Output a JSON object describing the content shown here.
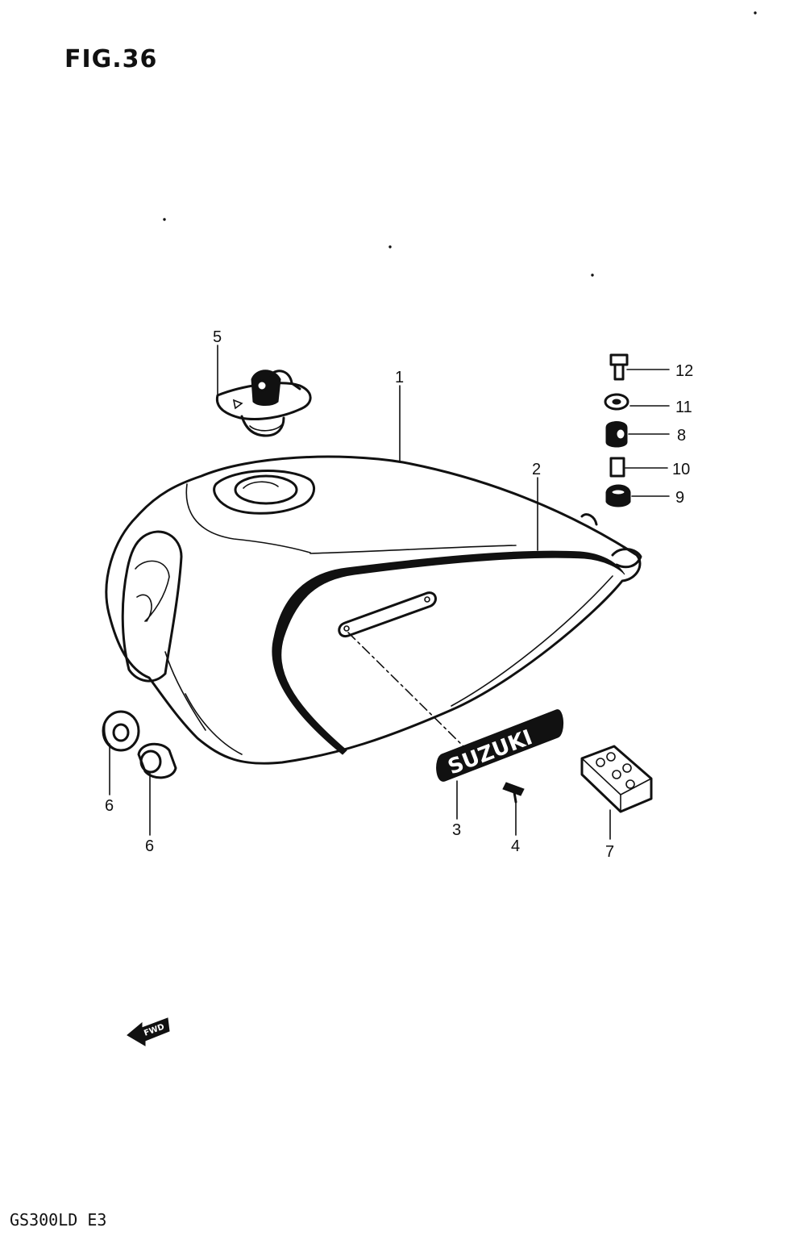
{
  "figure": {
    "title": "FIG.36",
    "model_code": "GS300LD E3"
  },
  "callouts": {
    "c1": "1",
    "c2": "2",
    "c3": "3",
    "c4": "4",
    "c5": "5",
    "c6a": "6",
    "c6b": "6",
    "c7": "7",
    "c8": "8",
    "c9": "9",
    "c10": "10",
    "c11": "11",
    "c12": "12"
  },
  "emblem_text": "SUZUKI",
  "direction_tag": "FWD"
}
